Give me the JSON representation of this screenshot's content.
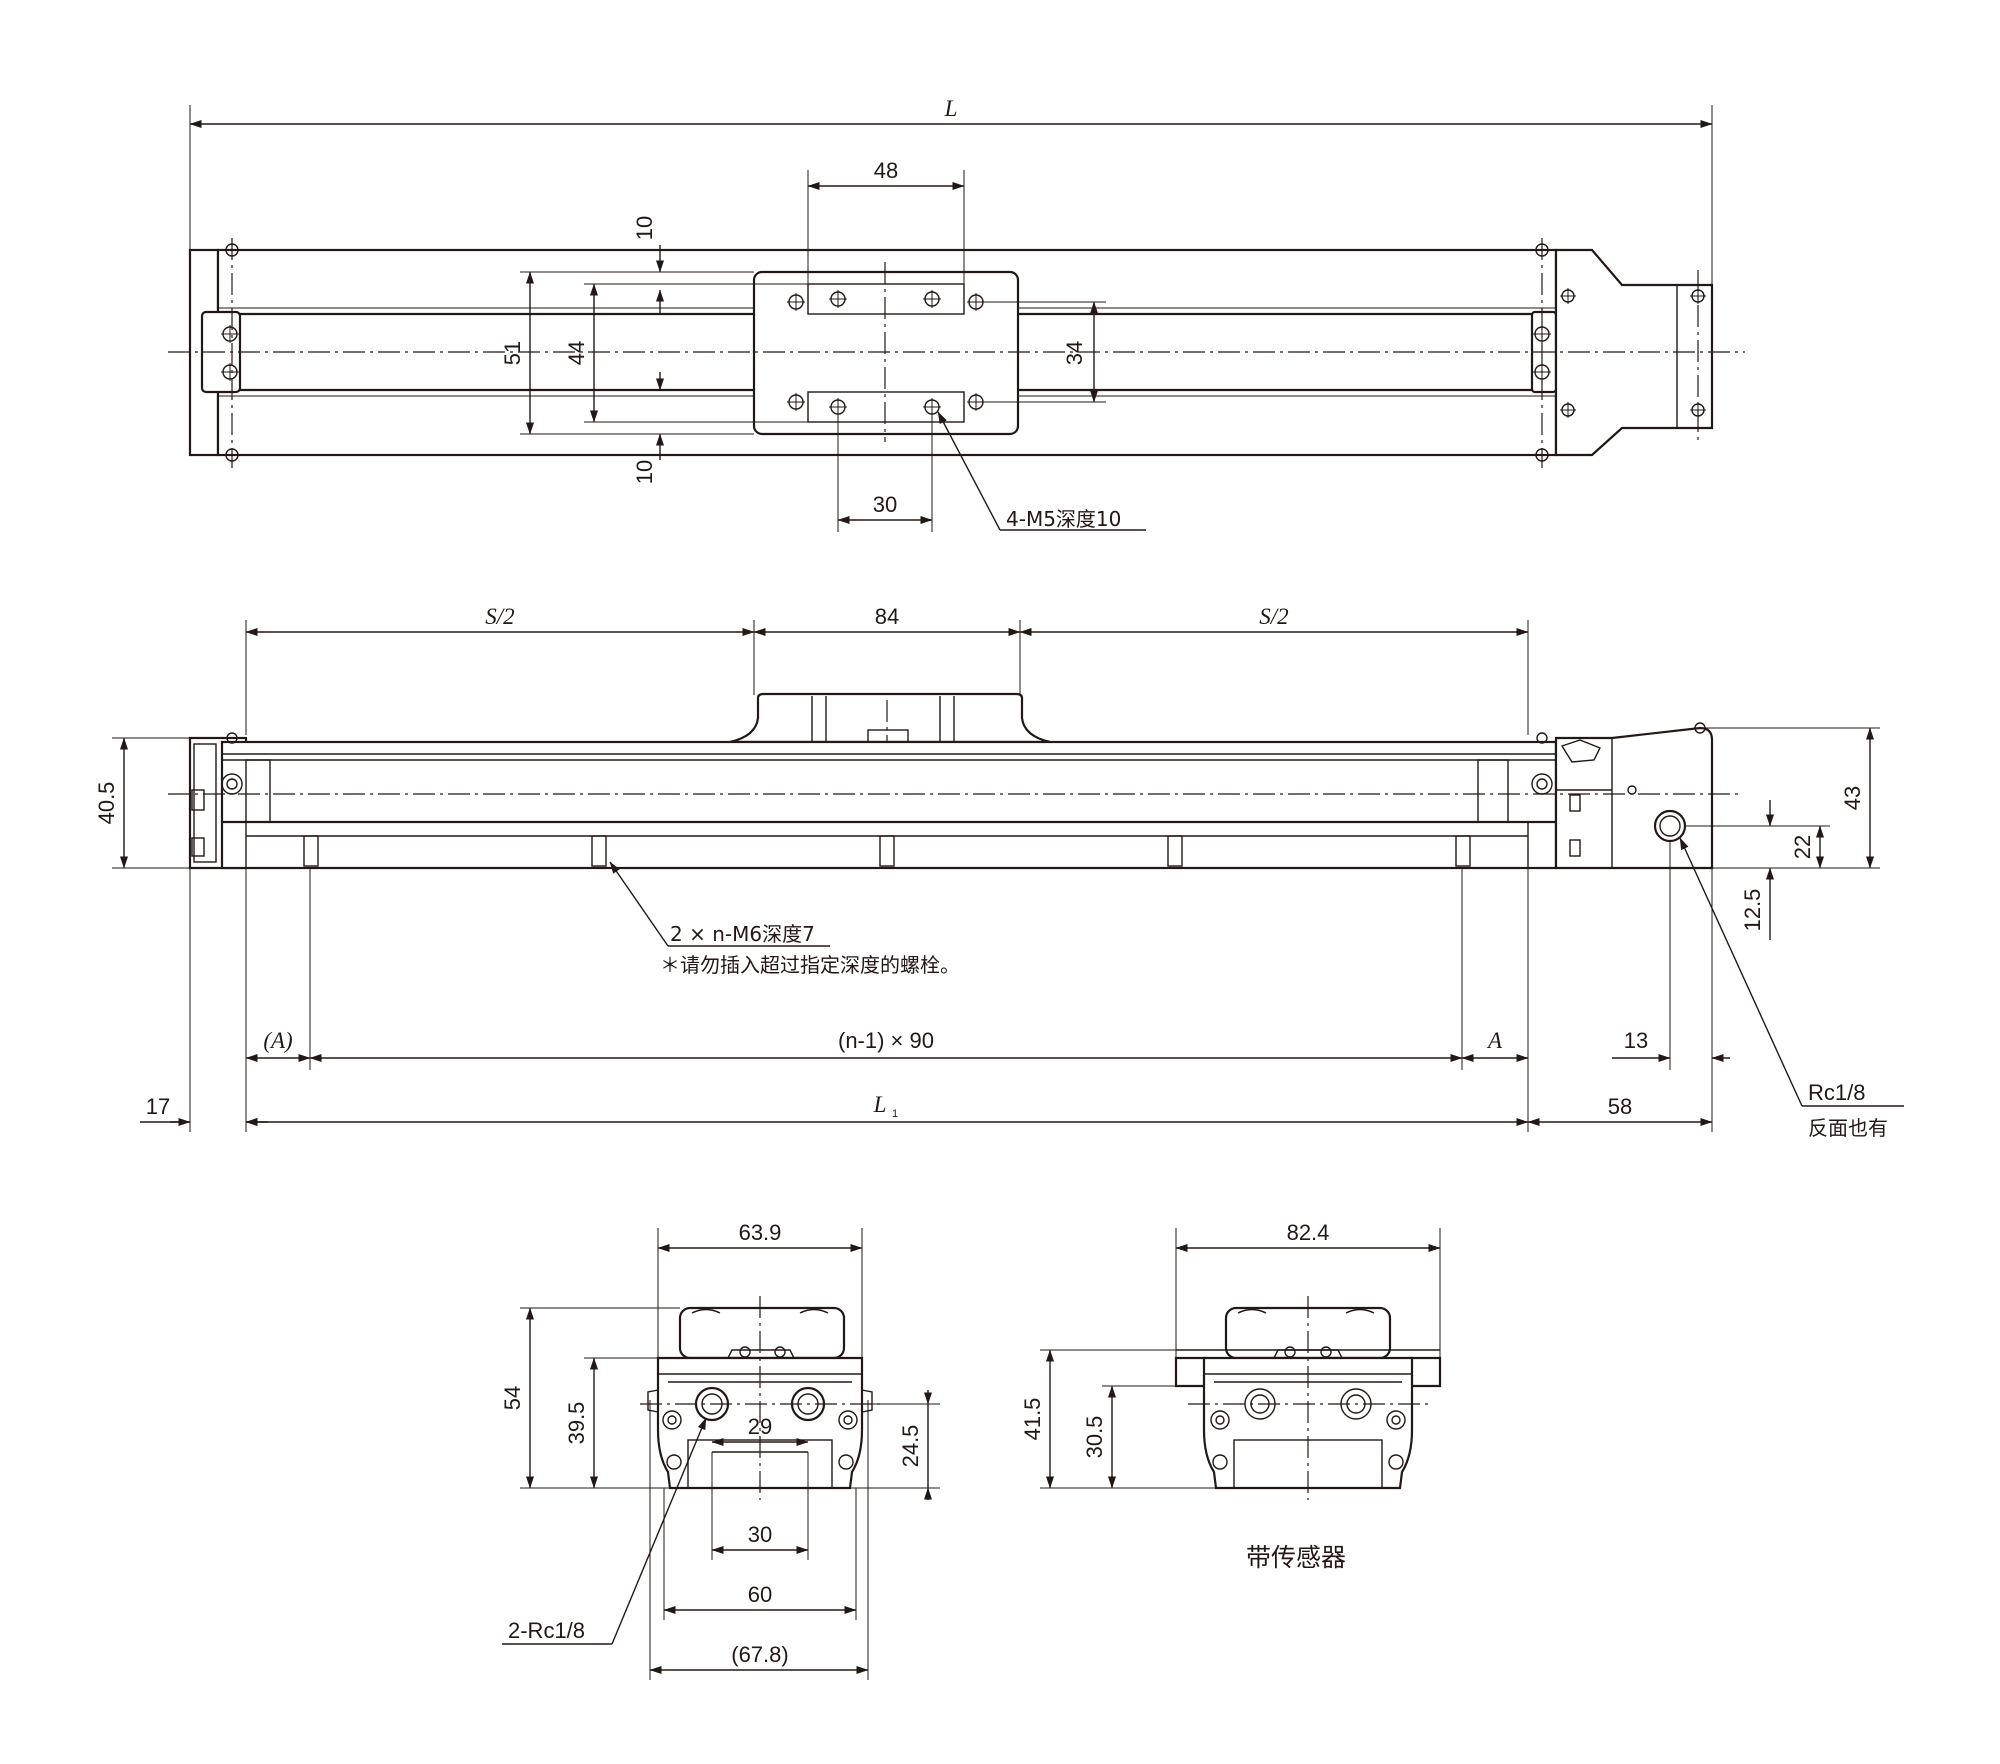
{
  "drawing": {
    "top_view": {
      "overall_length": "L",
      "carriage_hole_pitch_x": "48",
      "carriage_hole_pitch_y": "44",
      "rail_width": "51",
      "edge_offset_top": "10",
      "edge_offset_bottom": "10",
      "bolt_pitch_y": "34",
      "tap_pitch": "30",
      "tap_callout": "4-M5深度10"
    },
    "side_view": {
      "stroke_half_left": "S/2",
      "carriage_length": "84",
      "stroke_half_right": "S/2",
      "height": "40.5",
      "mount_callout": "2 × n-M6深度7",
      "mount_note": "＊请勿插入超过指定深度的螺栓。",
      "end_offset_left": "(A)",
      "hole_spacing": "(n-1) × 90",
      "end_offset_right": "A",
      "left_cap": "17",
      "body_length": "L",
      "body_length_sub": "1",
      "right_cap": "58",
      "port_offset": "13",
      "port_height": "22",
      "right_height": "43",
      "port_base_offset": "12.5",
      "port_callout": "Rc1/8",
      "port_note": "反面也有"
    },
    "end_view": {
      "width": "63.9",
      "total_height": "54",
      "body_height": "39.5",
      "port_pitch": "29",
      "port_height": "24.5",
      "inner_width": "30",
      "base_width": "60",
      "overall_width": "(67.8)",
      "port_callout": "2-Rc1/8"
    },
    "sensor_view": {
      "width": "82.4",
      "total_height": "41.5",
      "body_height": "30.5",
      "caption": "带传感器"
    }
  }
}
